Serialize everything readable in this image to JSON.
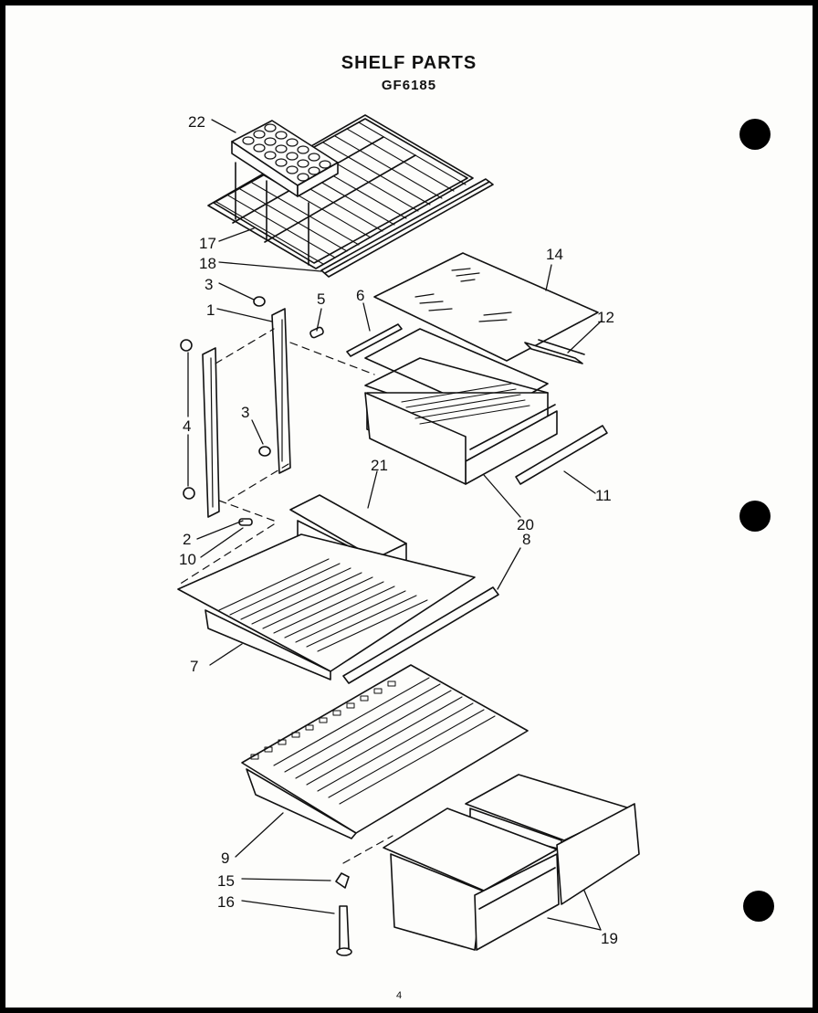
{
  "header": {
    "title": "SHELF PARTS",
    "model": "GF6185"
  },
  "footer": {
    "page_number": "4"
  },
  "callouts": {
    "c22": "22",
    "c17": "17",
    "c18": "18",
    "c3a": "3",
    "c1": "1",
    "c5": "5",
    "c6": "6",
    "c14": "14",
    "c12": "12",
    "c4": "4",
    "c3b": "3",
    "c2": "2",
    "c10": "10",
    "c21": "21",
    "c20": "20",
    "c8": "8",
    "c11": "11",
    "c7": "7",
    "c9": "9",
    "c15": "15",
    "c16": "16",
    "c19": "19"
  },
  "colors": {
    "ink": "#111111",
    "paper": "#fdfdfb",
    "background": "#000000"
  }
}
